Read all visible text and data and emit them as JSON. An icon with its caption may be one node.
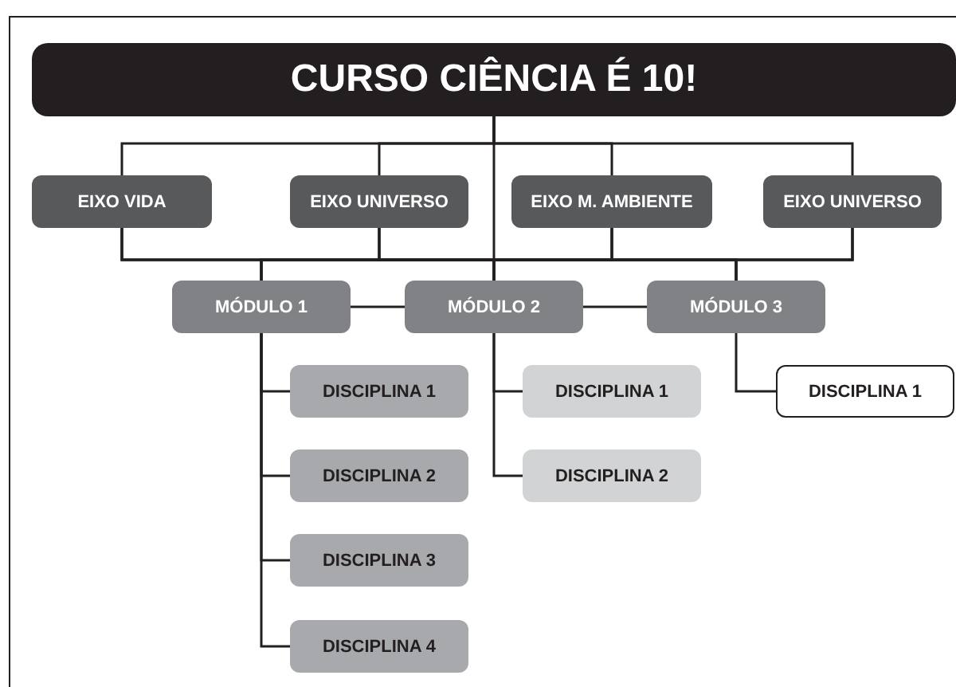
{
  "diagram": {
    "nodes": [
      {
        "text": [
          "CURSO CIÊNCIA É 10!"
        ]
      },
      {
        "text": [
          "EIXO VIDA"
        ]
      },
      {
        "text": [
          "EIXO UNIVERSO"
        ]
      },
      {
        "text": [
          "EIXO M. AMBIENTE"
        ]
      },
      {
        "text": [
          "EIXO UNIVERSO"
        ]
      },
      {
        "text": [
          "MÓDULO 1"
        ]
      },
      {
        "text": [
          "MÓDULO 2"
        ]
      },
      {
        "text": [
          "MÓDULO 3"
        ]
      },
      {
        "text": [
          "DISCIPLINA 1"
        ]
      },
      {
        "text": [
          "DISCIPLINA 1"
        ]
      },
      {
        "text": [
          "DISCIPLINA 1"
        ]
      },
      {
        "text": [
          "DISCIPLINA 2"
        ]
      },
      {
        "text": [
          "DISCIPLINA 2"
        ]
      },
      {
        "text": [
          "DISCIPLINA 3"
        ]
      },
      {
        "text": [
          "DISCIPLINA 4"
        ]
      }
    ],
    "edges": [
      {
        "from": 0,
        "to": 1,
        "arrow": "none"
      },
      {
        "from": 0,
        "to": 2,
        "arrow": "none"
      },
      {
        "from": 0,
        "to": 3,
        "arrow": "none"
      },
      {
        "from": 0,
        "to": 4,
        "arrow": "none"
      },
      {
        "from": 0,
        "to": 6,
        "arrow": "none"
      },
      {
        "from": 1,
        "to": 5,
        "arrow": "none"
      },
      {
        "from": 1,
        "to": 6,
        "arrow": "none"
      },
      {
        "from": 1,
        "to": 7,
        "arrow": "none"
      },
      {
        "from": 2,
        "to": 5,
        "arrow": "none"
      },
      {
        "from": 2,
        "to": 6,
        "arrow": "none"
      },
      {
        "from": 2,
        "to": 7,
        "arrow": "none"
      },
      {
        "from": 3,
        "to": 5,
        "arrow": "none"
      },
      {
        "from": 3,
        "to": 6,
        "arrow": "none"
      },
      {
        "from": 3,
        "to": 7,
        "arrow": "none"
      },
      {
        "from": 4,
        "to": 5,
        "arrow": "none"
      },
      {
        "from": 4,
        "to": 6,
        "arrow": "none"
      },
      {
        "from": 4,
        "to": 7,
        "arrow": "none"
      },
      {
        "from": 5,
        "to": 6,
        "arrow": "none"
      },
      {
        "from": 6,
        "to": 7,
        "arrow": "none"
      },
      {
        "from": 5,
        "to": 8,
        "arrow": "none"
      },
      {
        "from": 5,
        "to": 11,
        "arrow": "none"
      },
      {
        "from": 5,
        "to": 13,
        "arrow": "none"
      },
      {
        "from": 5,
        "to": 14,
        "arrow": "none"
      },
      {
        "from": 6,
        "to": 9,
        "arrow": "none"
      },
      {
        "from": 6,
        "to": 12,
        "arrow": "none"
      },
      {
        "from": 7,
        "to": 10,
        "arrow": "none"
      }
    ]
  }
}
